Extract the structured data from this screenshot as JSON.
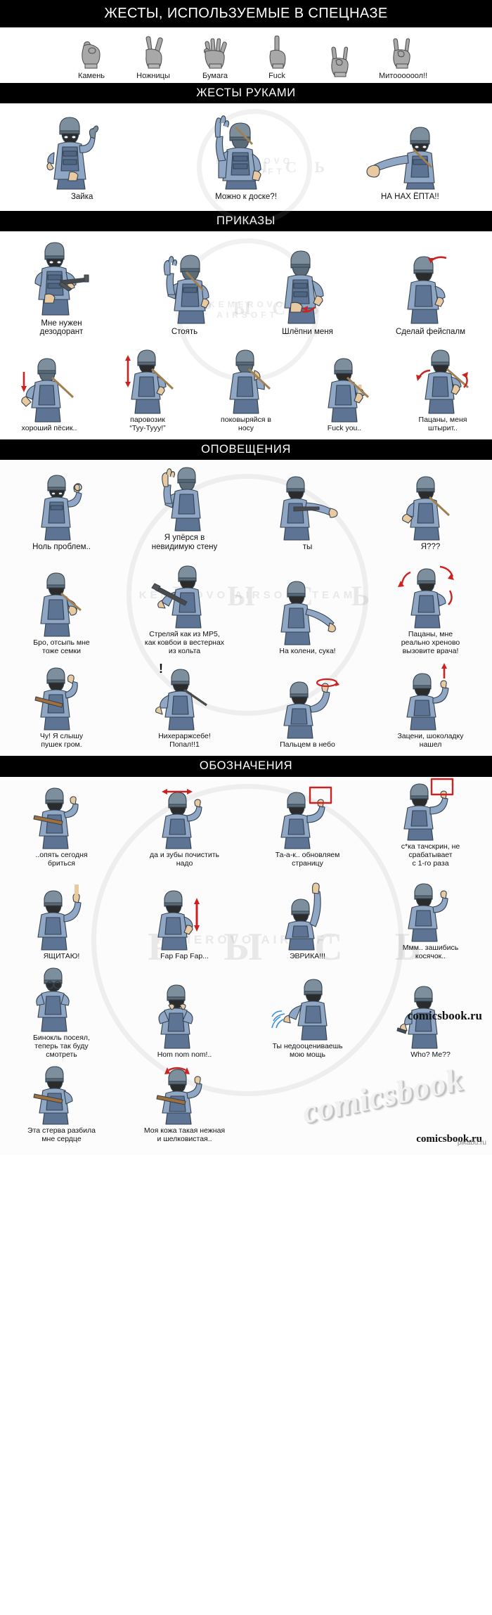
{
  "title_bar": "ЖЕСТЫ, ИСПОЛЬЗУЕМЫЕ В СПЕЦНАЗЕ",
  "glyph_row": {
    "items": [
      {
        "icon": "fist-hand-icon",
        "label": "Камень"
      },
      {
        "icon": "victory-two-fingers-icon",
        "label": "Ножницы"
      },
      {
        "icon": "open-palm-icon",
        "label": "Бумага"
      },
      {
        "icon": "middle-finger-icon",
        "label": "Fuck"
      },
      {
        "icon": "horns-hand-icon",
        "label": ""
      },
      {
        "icon": "horns-hand-icon-2",
        "label": "Митоооооол!!"
      }
    ]
  },
  "sections": [
    {
      "header": "ЖЕСТЫ РУКАМИ",
      "watermark": "KEMEROVO AIRSOFT",
      "watermark2": "Р Ы С Ь",
      "rows": [
        {
          "columns": 3,
          "cells": [
            {
              "art": "soldier-ok-gesture",
              "caption": "Зайка"
            },
            {
              "art": "soldier-raised-hand",
              "caption": "Можно к доске?!"
            },
            {
              "art": "soldier-punch-forward",
              "caption": "НА НАХ ЁПТА!!"
            }
          ]
        }
      ]
    },
    {
      "header": "ПРИКАЗЫ",
      "watermark": "KEMEROVO AIRSOFT",
      "watermark2": "Р Ы С Ь",
      "rows": [
        {
          "columns": 4,
          "cells": [
            {
              "art": "soldier-rifle-armpit",
              "caption": "Мне нужен\nдезодорант"
            },
            {
              "art": "soldier-halt-palm",
              "caption": "Стоять"
            },
            {
              "art": "soldier-slap-butt",
              "caption": "Шлёпни меня"
            },
            {
              "art": "soldier-facepalm-arrow",
              "caption": "Сделай фейспалм"
            }
          ]
        },
        {
          "columns": 4,
          "cells": [
            {
              "art": "soldier-pet-dog-arrow-down",
              "caption": "хороший пёсик.."
            },
            {
              "art": "soldier-train-arrows",
              "caption": "паровозик\n“Туу-Тууу!”"
            },
            {
              "art": "soldier-pick-nose",
              "caption": "поковыряйся в\nносу"
            },
            {
              "art": "soldier-middle-finger",
              "caption": "Fuck you.."
            },
            {
              "art": "soldier-twitch-arrows",
              "caption": "Пацаны, меня\nштырит.."
            }
          ]
        }
      ]
    },
    {
      "header": "ОПОВЕЩЕНИЯ",
      "watermark": "KEMEROVO AIRSOFT TEAM",
      "watermark2": "Р Ы С Ь",
      "rows": [
        {
          "columns": 4,
          "cells": [
            {
              "art": "soldier-ok-sign",
              "caption": "Ноль проблем.."
            },
            {
              "art": "soldier-palm-flat-wall",
              "caption": "Я упёрся в\nневидимую стену"
            },
            {
              "art": "soldier-point-gun-forward",
              "caption": "ты"
            },
            {
              "art": "soldier-shrug-hand",
              "caption": "Я???"
            }
          ]
        },
        {
          "columns": 4,
          "cells": [
            {
              "art": "soldier-seeds-hand",
              "caption": "Бро, отсыпь мне\nтоже семки"
            },
            {
              "art": "soldier-gun-sideways",
              "caption": "Стреляй как из МР5,\nкак ковбои в вестернах\nиз кольта"
            },
            {
              "art": "soldier-point-down",
              "caption": "На колени, сука!"
            },
            {
              "art": "soldier-arrows-head",
              "caption": "Пацаны, мне\nреально хреново\nвызовите врача!"
            }
          ]
        },
        {
          "columns": 4,
          "cells": [
            {
              "art": "soldier-listen-hand-ear",
              "caption": "Чу! Я слышу\nпушек гром."
            },
            {
              "art": "soldier-exclaim",
              "caption": "Нихераржсебе!\nПопал!!1"
            },
            {
              "art": "soldier-point-sky-circle",
              "caption": "Пальцем в небо"
            },
            {
              "art": "soldier-chocolate-arrow-up",
              "caption": "Зацени, шоколадку\nнашел"
            }
          ]
        }
      ]
    },
    {
      "header": "ОБОЗНАЧЕНИЯ",
      "watermark": "KEMEROVO AIRSOFT",
      "watermark2": "Р Ы С Ь",
      "rows": [
        {
          "columns": 4,
          "cells": [
            {
              "art": "soldier-shave-knife",
              "caption": "..опять сегодня\nбриться"
            },
            {
              "art": "soldier-brush-teeth-arrows",
              "caption": "да и зубы почистить\nнадо"
            },
            {
              "art": "soldier-refresh-box",
              "caption": "Та-а-к.. обновляем\nстраницу"
            },
            {
              "art": "soldier-touchscreen-box",
              "caption": "с*ка тачскрин, не\nсрабатывает\nс 1-го раза"
            }
          ]
        },
        {
          "columns": 4,
          "cells": [
            {
              "art": "soldier-finger-up-box",
              "caption": "ЯЩИТАЮ!"
            },
            {
              "art": "soldier-fap-arrow",
              "caption": "Fap Fap Fap..."
            },
            {
              "art": "soldier-eureka-finger",
              "caption": "ЭВРИКА!!!"
            },
            {
              "art": "soldier-joint-hand",
              "caption": "Ммм.. зашибись\nкосячок.."
            }
          ]
        },
        {
          "columns": 4,
          "cells": [
            {
              "art": "soldier-binoculars",
              "caption": "Бинокль посеял,\nтеперь так буду\nсмотреть"
            },
            {
              "art": "soldier-eat-hands",
              "caption": "Hom nom nom!.."
            },
            {
              "art": "soldier-force-lightning",
              "caption": "Ты недооцениваешь\nмою мощь"
            },
            {
              "art": "soldier-who-me-pistol",
              "caption": "Who? Me??"
            }
          ]
        },
        {
          "columns": 4,
          "cells": [
            {
              "art": "soldier-broken-heart",
              "caption": "Эта стерва разбила\nмне сердце"
            },
            {
              "art": "soldier-soft-skin-arrow",
              "caption": "Моя кожа такая нежная\nи шелковистая.."
            },
            {
              "art": "blank",
              "caption": ""
            },
            {
              "art": "blank",
              "caption": ""
            }
          ]
        }
      ]
    }
  ],
  "footer": {
    "big_watermark": "comicsbook",
    "small_watermark": "comicsbook.ru",
    "pikabu": "pikabu.ru",
    "top_url": "comicsbook.ru"
  },
  "colors": {
    "uniform": "#8fa7c4",
    "uniform_dark": "#5d7494",
    "helmet": "#7d8f9c",
    "helmet_dark": "#5b6b77",
    "skin": "#e8c9a0",
    "mask": "#2b2b2b",
    "arrow_red": "#cc2222",
    "bar_bg": "#000000",
    "bar_text": "#ffffff"
  }
}
